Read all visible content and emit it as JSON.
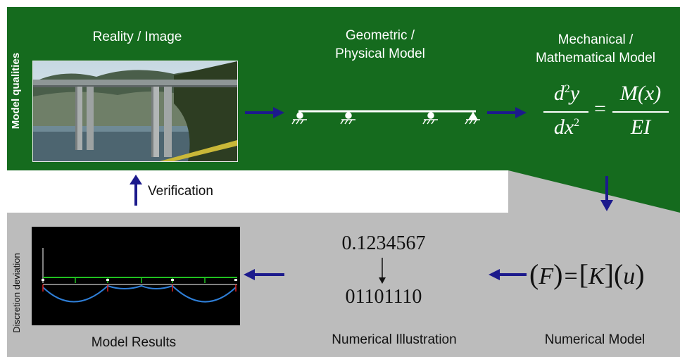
{
  "side_labels": {
    "top": "Model qualities",
    "bottom": "Discretion deviation"
  },
  "titles": {
    "reality": "Reality / Image",
    "geometric_line1": "Geometric /",
    "geometric_line2": "Physical Model",
    "mechanical_line1": "Mechanical /",
    "mechanical_line2": "Mathematical Model"
  },
  "equations": {
    "mechanical": {
      "lhs_num_d": "d",
      "lhs_num_y": "y",
      "lhs_num_exp": "2",
      "lhs_den_dx": "dx",
      "lhs_den_exp": "2",
      "eq": "=",
      "rhs_num": "M(x)",
      "rhs_den": "EI"
    },
    "numerical": {
      "F": "F",
      "eq": "=",
      "K": "K",
      "u": "u"
    }
  },
  "numerical_illustration": {
    "decimal": "0.1234567",
    "binary": "01101110"
  },
  "verification": "Verification",
  "bottom_labels": {
    "results": "Model Results",
    "illustration": "Numerical Illustration",
    "numerical_model": "Numerical Model"
  },
  "colors": {
    "green": "#156b1e",
    "gray": "#bcbcbc",
    "arrow": "#1c1a8c",
    "white": "#ffffff"
  }
}
